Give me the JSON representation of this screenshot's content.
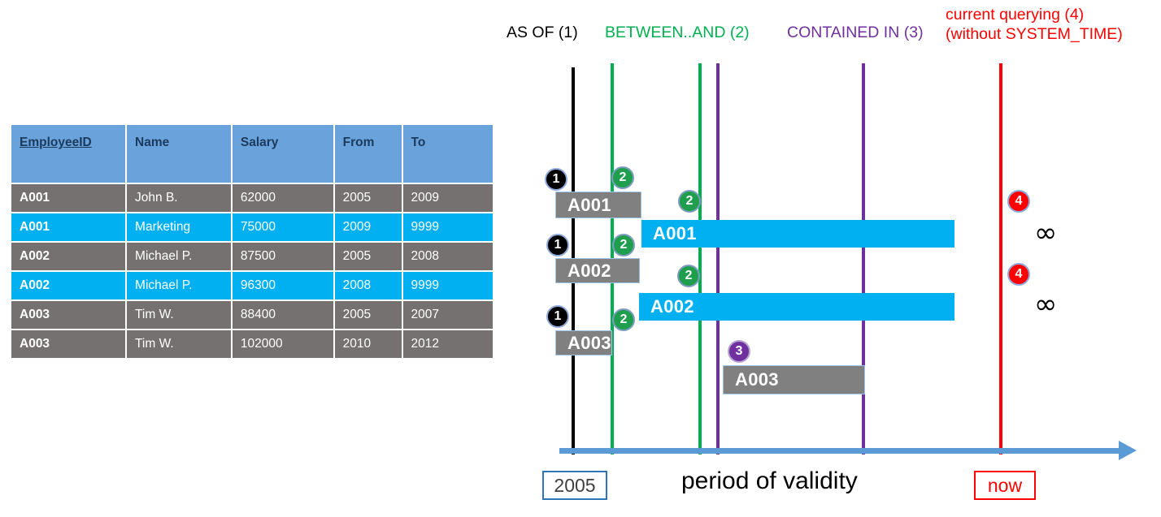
{
  "table": {
    "columns": [
      "EmployeeID",
      "Name",
      "Salary",
      "From",
      "To"
    ],
    "rows": [
      {
        "style": "gray",
        "cells": [
          "A001",
          "John  B.",
          "62000",
          "2005",
          "2009"
        ]
      },
      {
        "style": "blue",
        "cells": [
          "A001",
          "Marketing",
          "75000",
          "2009",
          "9999"
        ]
      },
      {
        "style": "gray",
        "cells": [
          "A002",
          "Michael P.",
          "87500",
          "2005",
          "2008"
        ]
      },
      {
        "style": "blue",
        "cells": [
          "A002",
          "Michael P.",
          "96300",
          "2008",
          "9999"
        ]
      },
      {
        "style": "gray",
        "cells": [
          "A003",
          "Tim W.",
          "88400",
          "2005",
          "2007"
        ]
      },
      {
        "style": "gray",
        "cells": [
          "A003",
          "Tim W.",
          "102000",
          "2010",
          "2012"
        ]
      }
    ],
    "header_bg": "#6aa3db",
    "gray_bg": "#767171",
    "blue_bg": "#00b0f0"
  },
  "legend": {
    "as_of": "AS OF (1)",
    "between_and": "BETWEEN..AND (2)",
    "contained_in": "CONTAINED IN (3)",
    "current_line1": "current querying (4)",
    "current_line2": "(without SYSTEM_TIME)",
    "colors": {
      "as_of": "#000000",
      "between_and": "#00b050",
      "contained_in": "#7030a0",
      "current": "#ff0000"
    }
  },
  "timeline": {
    "bars": [
      {
        "label": "A001",
        "style": "gray"
      },
      {
        "label": "A001",
        "style": "blue"
      },
      {
        "label": "A002",
        "style": "gray"
      },
      {
        "label": "A002",
        "style": "blue"
      },
      {
        "label": "A003",
        "style": "gray"
      },
      {
        "label": "A003",
        "style": "gray"
      }
    ],
    "markers": [
      {
        "num": "1",
        "color": "black"
      },
      {
        "num": "2",
        "color": "green"
      },
      {
        "num": "2",
        "color": "green"
      },
      {
        "num": "1",
        "color": "black"
      },
      {
        "num": "2",
        "color": "green"
      },
      {
        "num": "2",
        "color": "green"
      },
      {
        "num": "1",
        "color": "black"
      },
      {
        "num": "2",
        "color": "green"
      },
      {
        "num": "3",
        "color": "purple"
      },
      {
        "num": "4",
        "color": "red"
      },
      {
        "num": "4",
        "color": "red"
      }
    ],
    "infinity_symbol": "∞",
    "start_tick_label": "2005",
    "end_tick_label": "now",
    "caption": "period of validity",
    "axis_color": "#5b9bd5"
  }
}
